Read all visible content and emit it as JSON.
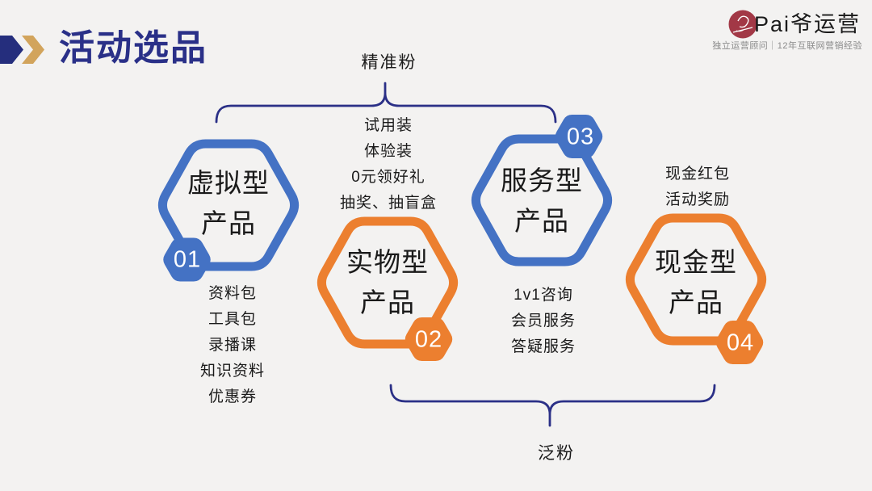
{
  "title": {
    "text": "活动选品",
    "color": "#2A3088"
  },
  "logo": {
    "name": "Pai爷运营",
    "tagline": "独立运营顾问｜12年互联网营销经验",
    "badge_color": "#A23846"
  },
  "audience": {
    "top_label": "精准粉",
    "bottom_label": "泛粉"
  },
  "products": [
    {
      "number": "01",
      "title_line1": "虚拟型",
      "title_line2": "产品",
      "color": "#4472C4",
      "items": [
        "资料包",
        "工具包",
        "录播课",
        "知识资料",
        "优惠券"
      ]
    },
    {
      "number": "02",
      "title_line1": "实物型",
      "title_line2": "产品",
      "color": "#EC7F2F",
      "items": [
        "试用装",
        "体验装",
        "0元领好礼",
        "抽奖、抽盲盒"
      ]
    },
    {
      "number": "03",
      "title_line1": "服务型",
      "title_line2": "产品",
      "color": "#4472C4",
      "items": [
        "1v1咨询",
        "会员服务",
        "答疑服务"
      ]
    },
    {
      "number": "04",
      "title_line1": "现金型",
      "title_line2": "产品",
      "color": "#EC7F2F",
      "items": [
        "现金红包",
        "活动奖励"
      ]
    }
  ],
  "colors": {
    "blue": "#4472C4",
    "orange": "#EC7F2F",
    "navy": "#2A3088",
    "gold": "#D2A45C",
    "background": "#F3F2F1",
    "text": "#1A1A1A"
  }
}
